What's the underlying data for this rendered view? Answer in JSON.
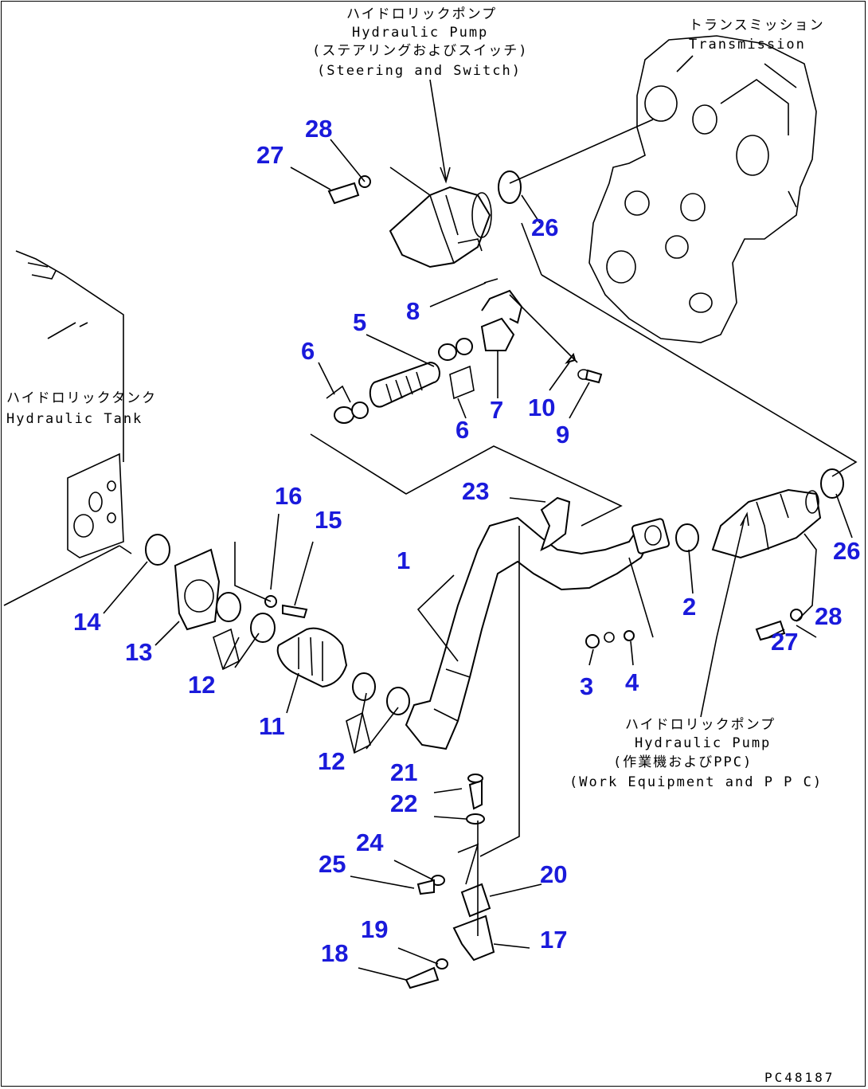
{
  "labels": {
    "pump_top_jp": "ハイドロリックポンプ",
    "pump_top_en": "Hydraulic Pump",
    "pump_top_jp2": "(ステアリングおよびスイッチ)",
    "pump_top_en2": "(Steering and Switch)",
    "transmission_jp": "トランスミッション",
    "transmission_en": "Transmission",
    "tank_jp": "ハイドロリックタンク",
    "tank_en": "Hydraulic Tank",
    "pump_bottom_jp": "ハイドロリックポンプ",
    "pump_bottom_en": "Hydraulic Pump",
    "pump_bottom_jp2": "(作業機およびPPC)",
    "pump_bottom_en2": "(Work Equipment and P P C)"
  },
  "part_numbers": {
    "n1": "1",
    "n2": "2",
    "n3": "3",
    "n4": "4",
    "n5": "5",
    "n6a": "6",
    "n6b": "6",
    "n7": "7",
    "n8": "8",
    "n9": "9",
    "n10": "10",
    "n11": "11",
    "n12a": "12",
    "n12b": "12",
    "n13": "13",
    "n14": "14",
    "n15": "15",
    "n16": "16",
    "n17": "17",
    "n18": "18",
    "n19": "19",
    "n20": "20",
    "n21": "21",
    "n22": "22",
    "n23": "23",
    "n24": "24",
    "n25": "25",
    "n26a": "26",
    "n26b": "26",
    "n27a": "27",
    "n27b": "27",
    "n28a": "28",
    "n28b": "28"
  },
  "drawing_code": "PC48187",
  "colors": {
    "callout": "#1a1adb",
    "line": "#000000",
    "background": "#ffffff"
  }
}
